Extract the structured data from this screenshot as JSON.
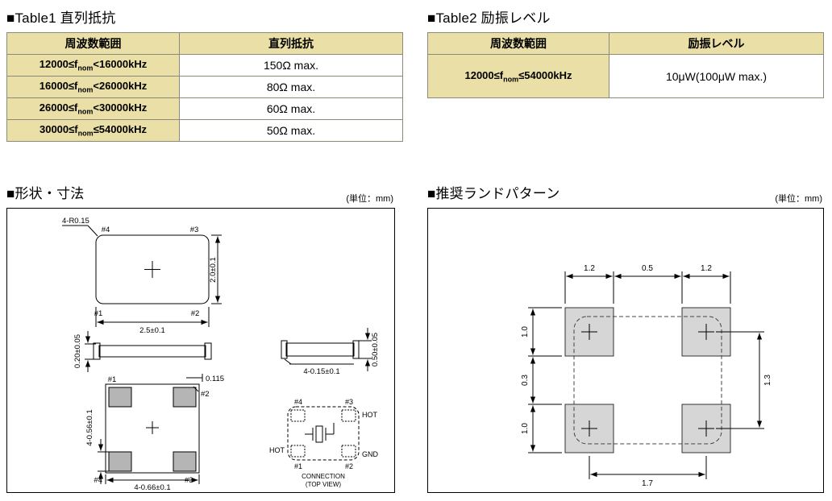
{
  "table1": {
    "title": "■Table1 直列抵抗",
    "headers": {
      "col1": "周波数範囲",
      "col2": "直列抵抗"
    },
    "rows": [
      {
        "pre": "12000≤f",
        "sub": "nom",
        "post": "<16000kHz",
        "value": "150Ω max."
      },
      {
        "pre": "16000≤f",
        "sub": "nom",
        "post": "<26000kHz",
        "value": "80Ω max."
      },
      {
        "pre": "26000≤f",
        "sub": "nom",
        "post": "<30000kHz",
        "value": "60Ω max."
      },
      {
        "pre": "30000≤f",
        "sub": "nom",
        "post": "≤54000kHz",
        "value": "50Ω max."
      }
    ]
  },
  "table2": {
    "title": "■Table2 励振レベル",
    "headers": {
      "col1": "周波数範囲",
      "col2": "励振レベル"
    },
    "rows": [
      {
        "pre": "12000≤f",
        "sub": "nom",
        "post": "≤54000kHz",
        "value": "10μW(100μW max.)"
      }
    ]
  },
  "outline": {
    "title": "■形状・寸法",
    "unit": "(単位：mm)",
    "labels": {
      "corner": "4-R0.15",
      "pin1": "#1",
      "pin2": "#2",
      "pin3": "#3",
      "pin4": "#4",
      "body_h": "2.0±0.1",
      "body_w": "2.5±0.1",
      "lid_t": "0.20±0.05",
      "total_t": "0.50±0.05",
      "cap_w": "4-0.15±0.1",
      "pad_gap": "0.115",
      "pad_h": "4-0.56±0.1",
      "pad_w": "4-0.66±0.1",
      "hot": "HOT",
      "gnd": "GND",
      "conn_line1": "CONNECTION",
      "conn_line2": "(TOP VIEW)"
    }
  },
  "land": {
    "title": "■推奨ランドパターン",
    "unit": "(単位：mm)",
    "labels": {
      "pad_w_left": "1.2",
      "gap_h": "0.5",
      "pad_w_right": "1.2",
      "pad_h_top": "1.0",
      "gap_v": "0.3",
      "pad_h_bottom": "1.0",
      "pitch_v": "1.3",
      "pitch_h": "1.7"
    }
  }
}
